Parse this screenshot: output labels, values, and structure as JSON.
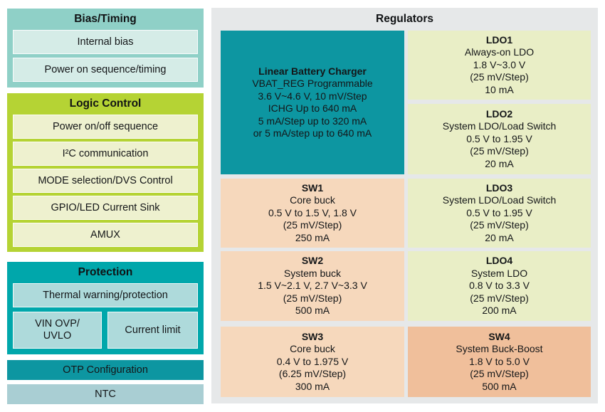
{
  "diagram": {
    "left": {
      "bias_timing": {
        "title": "Bias/Timing",
        "items": [
          "Internal bias",
          "Power on sequence/timing"
        ]
      },
      "logic_control": {
        "title": "Logic Control",
        "items": [
          "Power on/off sequence",
          "I²C communication",
          "MODE selection/DVS Control",
          "GPIO/LED Current Sink",
          "AMUX"
        ]
      },
      "protection": {
        "title": "Protection",
        "full_item": "Thermal warning/protection",
        "split_items": {
          "vin": [
            "VIN OVP/",
            "UVLO"
          ],
          "current": "Current limit"
        }
      },
      "otp_bar": "OTP Configuration",
      "ntc_bar": "NTC"
    },
    "regulators": {
      "title": "Regulators",
      "charger": {
        "name": "Linear Battery Charger",
        "lines": [
          "VBAT_REG Programmable",
          "3.6 V~4.6 V, 10 mV/Step",
          "ICHG Up to 640 mA",
          "5 mA/Step up to 320 mA",
          "or 5 mA/step up to 640 mA"
        ]
      },
      "ldo1": {
        "name": "LDO1",
        "lines": [
          "Always-on LDO",
          "1.8 V~3.0 V",
          "(25 mV/Step)",
          "10 mA"
        ]
      },
      "ldo2": {
        "name": "LDO2",
        "lines": [
          "System LDO/Load Switch",
          "0.5 V to 1.95 V",
          "(25 mV/Step)",
          "20 mA"
        ]
      },
      "ldo3": {
        "name": "LDO3",
        "lines": [
          "System LDO/Load Switch",
          "0.5 V to 1.95 V",
          "(25 mV/Step)",
          "20 mA"
        ]
      },
      "ldo4": {
        "name": "LDO4",
        "lines": [
          "System LDO",
          "0.8 V to 3.3 V",
          "(25 mV/Step)",
          "200 mA"
        ]
      },
      "sw1": {
        "name": "SW1",
        "lines": [
          "Core buck",
          "0.5 V to 1.5 V, 1.8 V",
          "(25 mV/Step)",
          "250 mA"
        ]
      },
      "sw2": {
        "name": "SW2",
        "lines": [
          "System buck",
          "1.5 V~2.1 V, 2.7 V~3.3 V",
          "(25 mV/Step)",
          "500 mA"
        ]
      },
      "sw3": {
        "name": "SW3",
        "lines": [
          "Core buck",
          "0.4 V to 1.975 V",
          "(6.25 mV/Step)",
          "300 mA"
        ]
      },
      "sw4": {
        "name": "SW4",
        "lines": [
          "System Buck-Boost",
          "1.8 V to 5.0 V",
          "(25 mV/Step)",
          "500 mA"
        ]
      }
    },
    "colors": {
      "bias_outer": "#8fd0c7",
      "bias_inner": "#d5ece7",
      "logic_outer": "#b5d334",
      "logic_inner": "#eef1cf",
      "protection_outer": "#00a7ab",
      "protection_inner": "#aedadb",
      "otp_bar": "#0d96a1",
      "ntc_bar": "#a9ced3",
      "panel_background": "#e6e8e9",
      "charger_teal": "#0d96a1",
      "ldo_fill": "#e9eec6",
      "sw_fill": "#f6d8bc",
      "sw4_fill": "#f0bf9b",
      "text": "#141618"
    }
  }
}
